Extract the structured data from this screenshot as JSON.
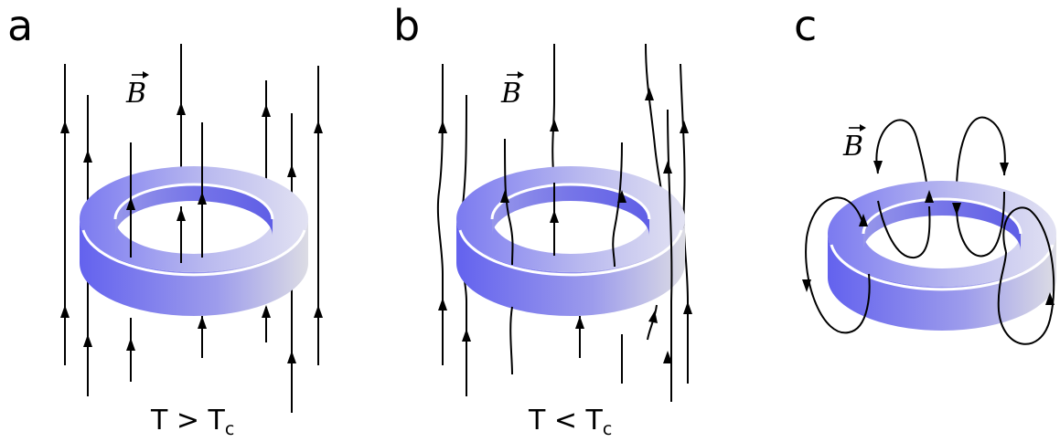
{
  "panels": [
    {
      "letter": "a",
      "field_symbol": "B",
      "temp_main": "T > T",
      "temp_sub": "c"
    },
    {
      "letter": "b",
      "field_symbol": "B",
      "temp_main": "T < T",
      "temp_sub": "c"
    },
    {
      "letter": "c",
      "field_symbol": "B",
      "temp_main": "",
      "temp_sub": ""
    }
  ],
  "colors": {
    "ring_dark": "#6d6cf4",
    "ring_light": "#cfd0f2",
    "ring_side_end": "#dcdce6",
    "field_lines": "#000000"
  }
}
